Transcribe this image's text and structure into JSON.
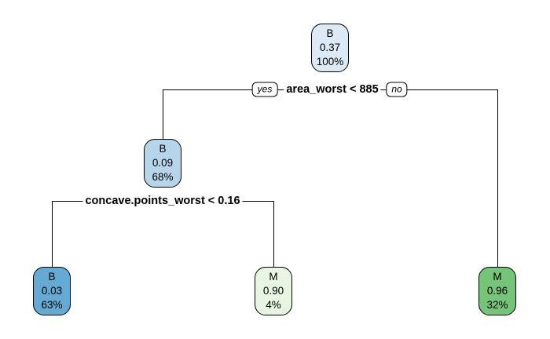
{
  "figure": {
    "type": "decision-tree",
    "background_color": "#ffffff",
    "line_color": "#000000",
    "node_border_color": "#000000",
    "label_background_color": "#ffffff",
    "splits": [
      {
        "label": "area_worst < 885",
        "yes": "yes",
        "no": "no"
      },
      {
        "label": "concave.points_worst < 0.16"
      }
    ],
    "nodes": [
      {
        "id": "root",
        "class_label": "B",
        "probability": "0.37",
        "coverage": "100%",
        "fill": "#DCEAF6"
      },
      {
        "id": "internal-left",
        "class_label": "B",
        "probability": "0.09",
        "coverage": "68%",
        "fill": "#B6D5EA"
      },
      {
        "id": "leaf-left",
        "class_label": "B",
        "probability": "0.03",
        "coverage": "63%",
        "fill": "#64AAD4"
      },
      {
        "id": "leaf-middle",
        "class_label": "M",
        "probability": "0.90",
        "coverage": "4%",
        "fill": "#E7F5E2"
      },
      {
        "id": "leaf-right",
        "class_label": "M",
        "probability": "0.96",
        "coverage": "32%",
        "fill": "#75C478"
      }
    ]
  }
}
